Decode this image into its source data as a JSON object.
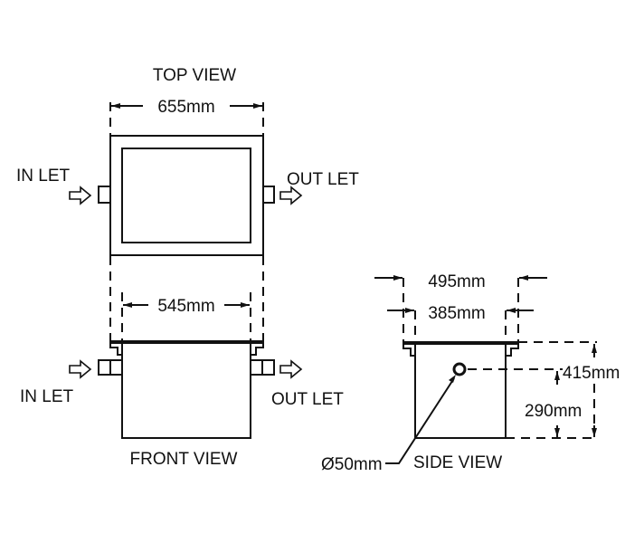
{
  "top_view": {
    "title": "TOP VIEW",
    "width_dim": "655mm",
    "inlet": "IN LET",
    "outlet": "OUT LET"
  },
  "front_view": {
    "title": "FRONT VIEW",
    "width_dim": "545mm",
    "inlet": "IN LET",
    "outlet": "OUT LET"
  },
  "side_view": {
    "title": "SIDE VIEW",
    "outer_width_dim": "495mm",
    "inner_width_dim": "385mm",
    "total_height_dim": "415mm",
    "pipe_height_dim": "290mm",
    "pipe_diameter": "Ø50mm"
  }
}
